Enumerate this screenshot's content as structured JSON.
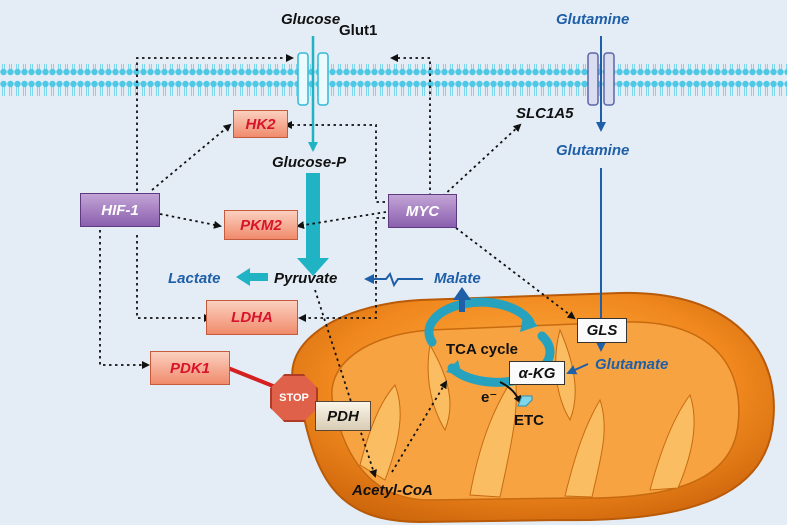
{
  "labels": {
    "glucose": "Glucose",
    "glut1": "Glut1",
    "glutamine_top": "Glutamine",
    "slc1a5": "SLC1A5",
    "glutamine_mid": "Glutamine",
    "glucose_p": "Glucose-P",
    "lactate": "Lactate",
    "pyruvate": "Pyruvate",
    "malate": "Malate",
    "tca_cycle": "TCA cycle",
    "glutamate": "Glutamate",
    "e_minus": "e⁻",
    "etc": "ETC",
    "acetyl_coa": "Acetyl-CoA"
  },
  "boxes": {
    "hk2": "HK2",
    "hif1": "HIF-1",
    "pkm2": "PKM2",
    "myc": "MYC",
    "ldha": "LDHA",
    "pdk1": "PDK1",
    "stop": "STOP",
    "pdh": "PDH",
    "gls": "GLS",
    "akg": "α-KG"
  },
  "colors": {
    "background": "#e4edf6",
    "membrane": "#4ec8e4",
    "glycolysis_arrow": "#1fb3c4",
    "glutamine_path": "#1f5fa8",
    "enzyme_text": "#d8132c",
    "regulator_fill": "#8a5fae",
    "mitochondrion": "#f08a1e",
    "stop_sign": "#e0614a",
    "pdk1_inhibition": "#d42020"
  }
}
